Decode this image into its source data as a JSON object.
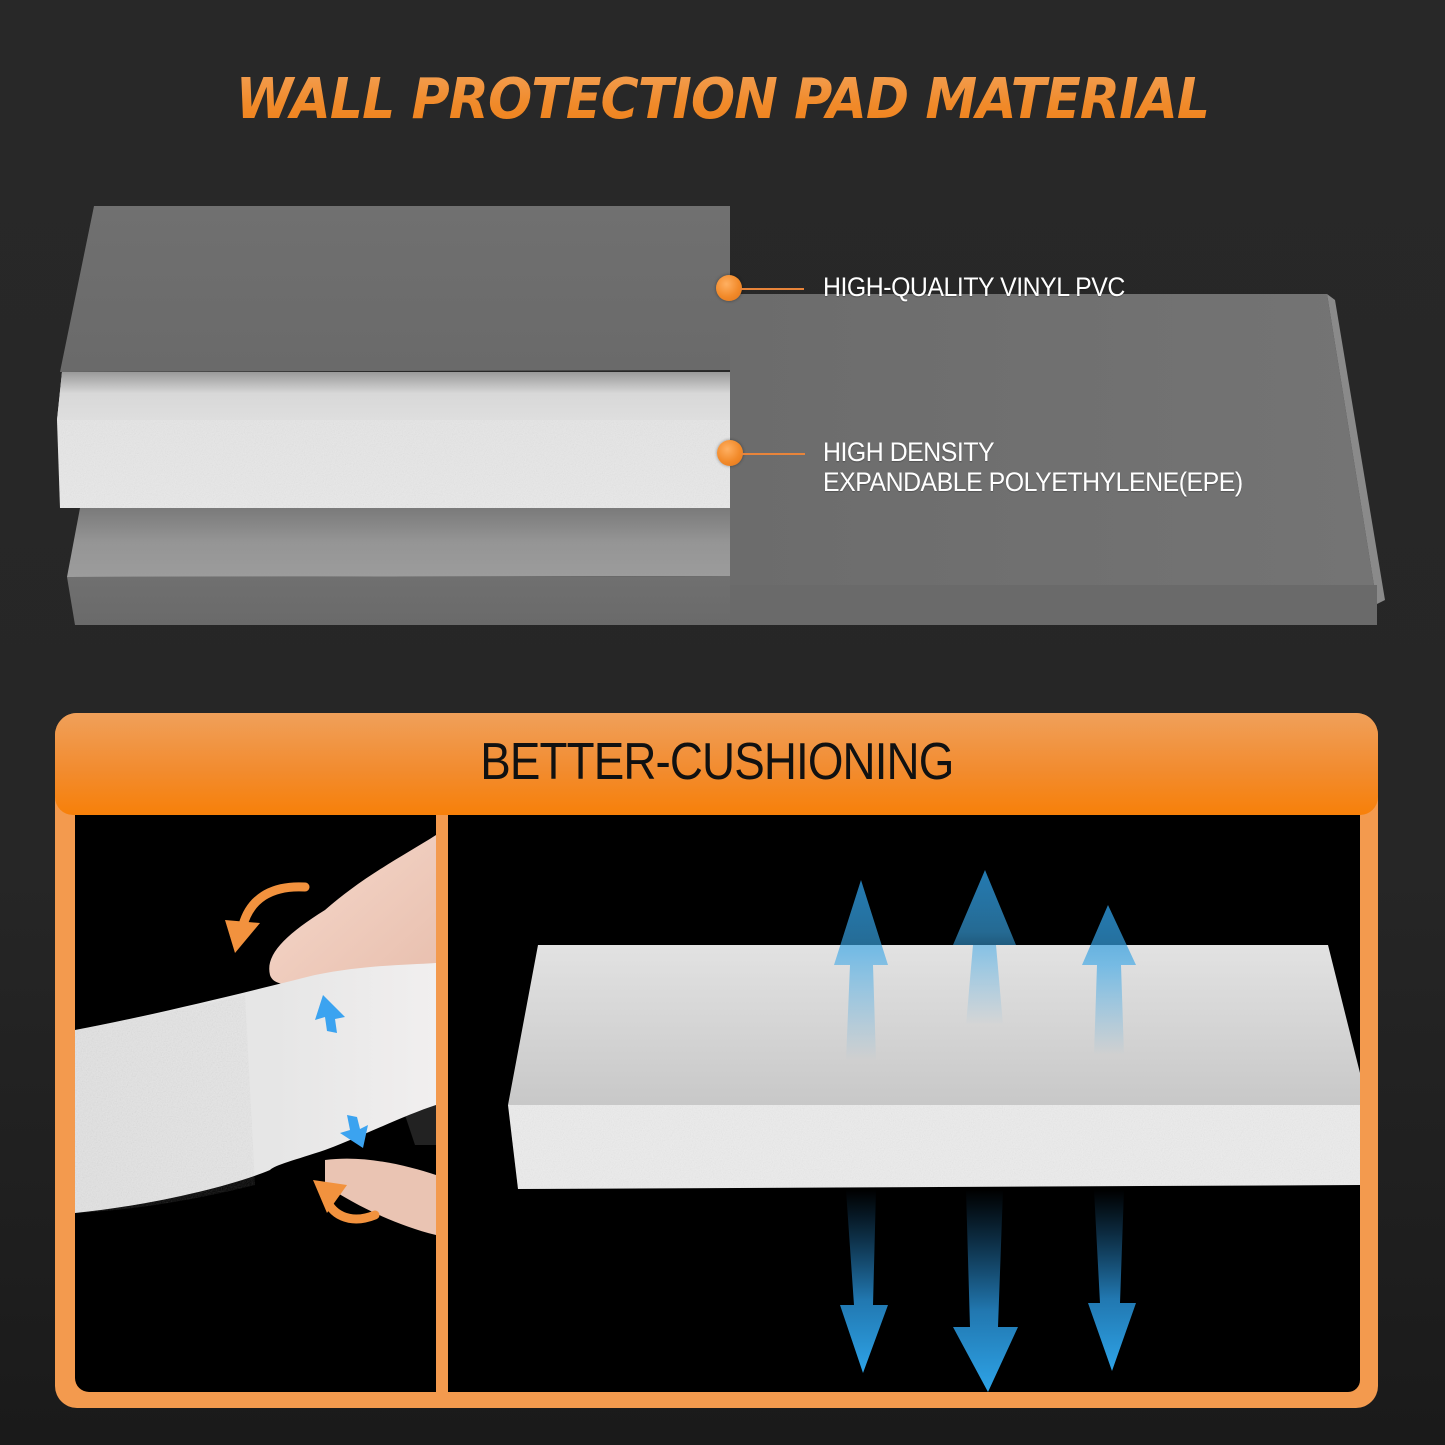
{
  "header": {
    "title": "WALL PROTECTION PAD MATERIAL"
  },
  "layers": {
    "callouts": [
      {
        "label": "HIGH-QUALITY VINYL PVC"
      },
      {
        "label_line1": "HIGH DENSITY",
        "label_line2": "EXPANDABLE POLYETHYLENE(EPE)"
      }
    ],
    "items": [
      "vinyl-pvc-top-layer",
      "epe-foam-core",
      "vinyl-pvc-bottom-layer"
    ]
  },
  "cushioning": {
    "title": "BETTER-CUSHIONING",
    "left_image": {
      "description": "hand squeezing foam strip",
      "arrows": [
        "orange-curved-arrow-top",
        "blue-arrow-up",
        "blue-arrow-down",
        "orange-curved-arrow-bottom"
      ]
    },
    "right_image": {
      "description": "foam block with rebound arrows",
      "arrows_up": 3,
      "arrows_down": 3
    }
  },
  "colors": {
    "background": "#282828",
    "accent_orange": "#f28c30",
    "panel_border": "#f39a4e",
    "arrow_blue": "#2f9fe0",
    "vinyl_gray": "#6e6e6e",
    "foam_white": "#e8e8e8"
  }
}
